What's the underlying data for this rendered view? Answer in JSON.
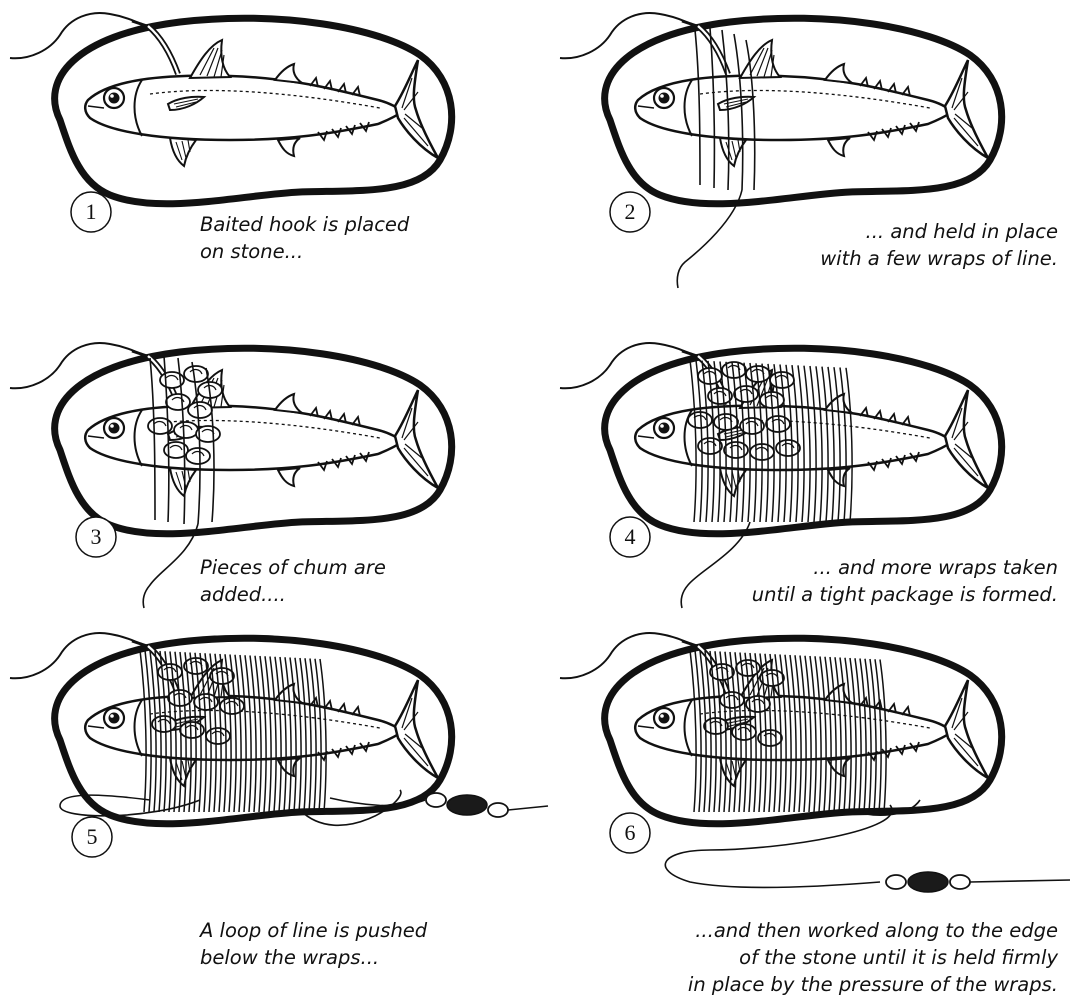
{
  "panels": [
    {
      "number": "1",
      "caption": [
        "Baited hook is placed",
        "on stone..."
      ]
    },
    {
      "number": "2",
      "caption": [
        "... and held in place",
        "with a few wraps of line."
      ]
    },
    {
      "number": "3",
      "caption": [
        "Pieces of chum are",
        "added...."
      ]
    },
    {
      "number": "4",
      "caption": [
        "... and more wraps taken",
        "until a tight package is formed."
      ]
    },
    {
      "number": "5",
      "caption": [
        "A loop of line is pushed",
        "below the wraps..."
      ]
    },
    {
      "number": "6",
      "caption": [
        "...and then worked along to the edge",
        "of the stone until it is held firmly",
        "in place by the pressure of the wraps."
      ]
    }
  ],
  "style": {
    "ink": "#111111",
    "paper": "#ffffff",
    "weight_fill": "#1a1a1a"
  }
}
